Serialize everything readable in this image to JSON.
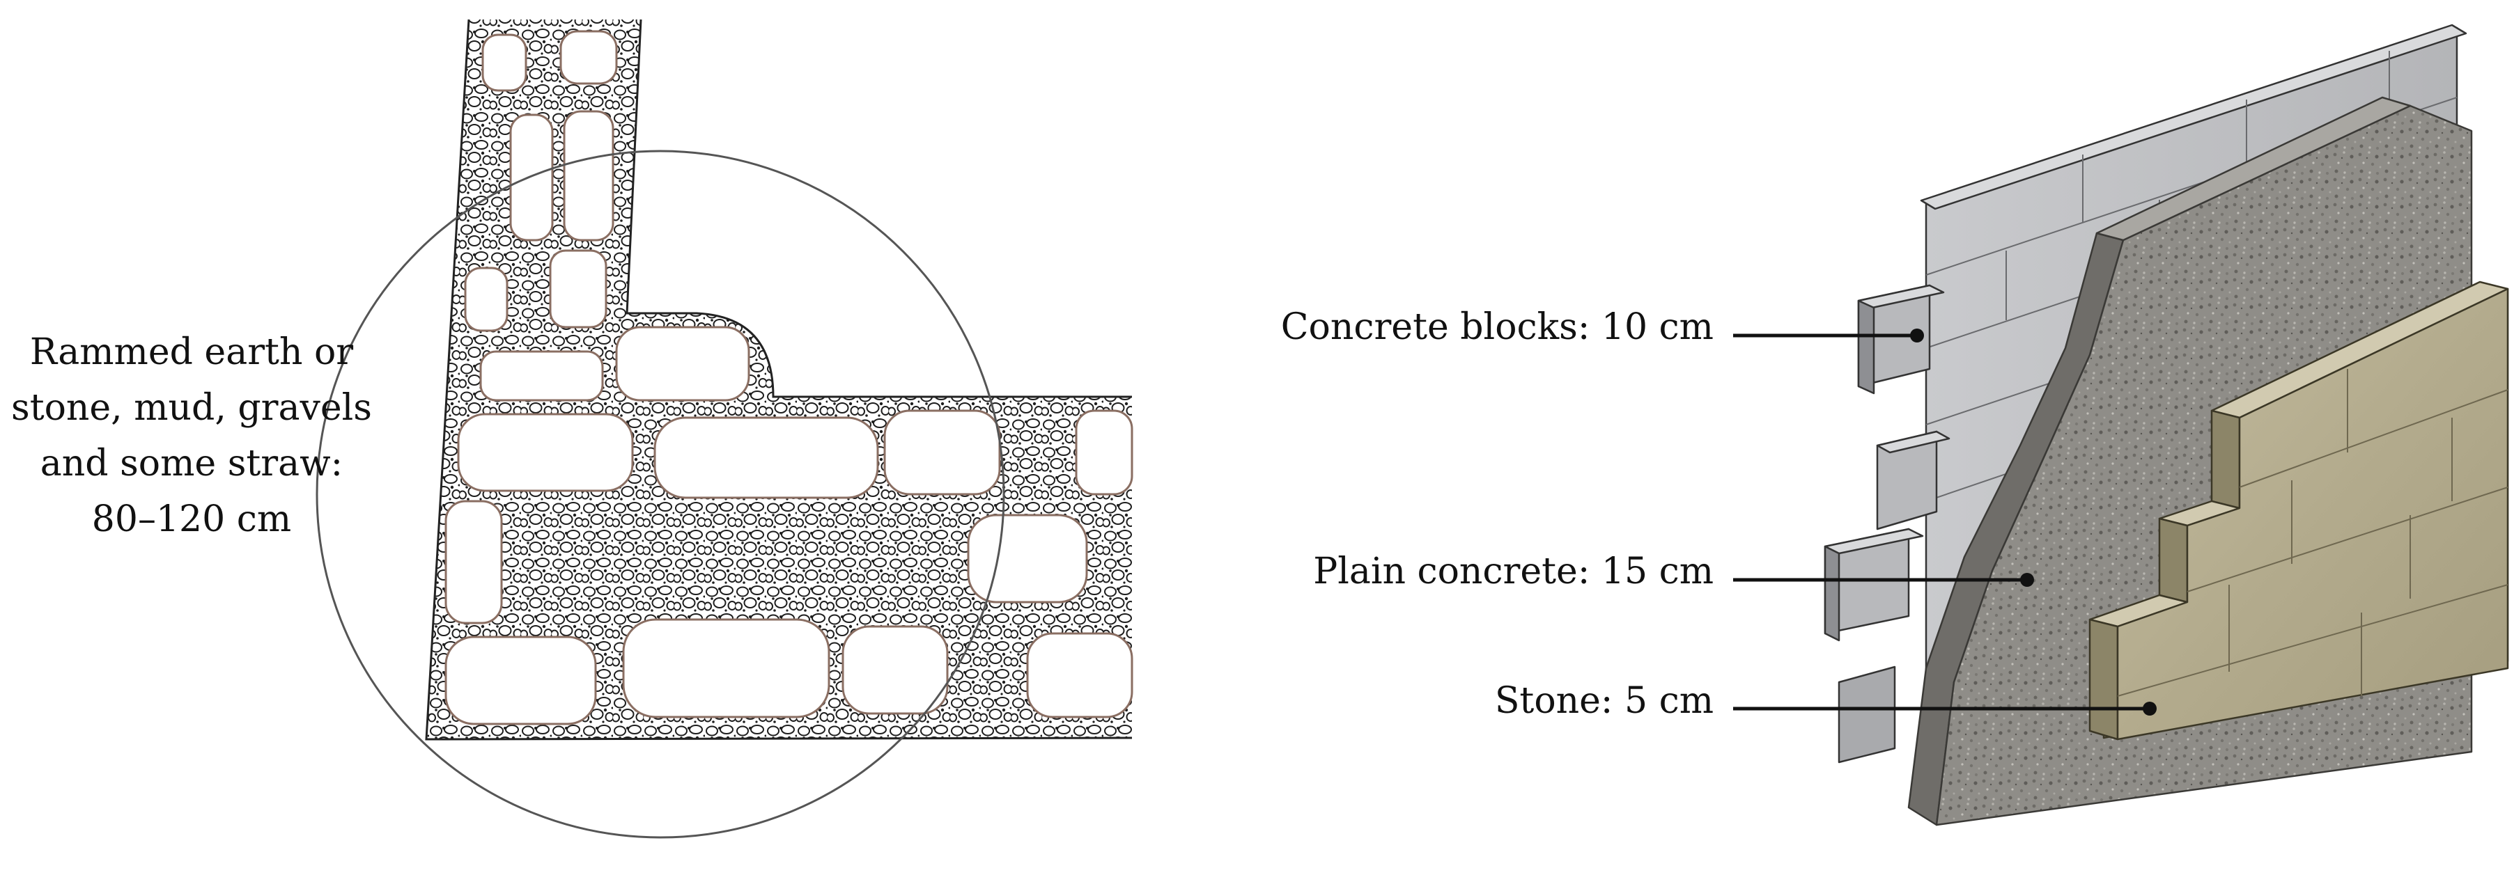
{
  "left_panel": {
    "label_lines": [
      "Rammed earth or",
      "stone, mud, gravels",
      "and some straw:",
      "80–120 cm"
    ]
  },
  "right_panel": {
    "labels": [
      {
        "text": "Concrete blocks: 10 cm"
      },
      {
        "text": "Plain concrete: 15 cm"
      },
      {
        "text": "Stone: 5 cm"
      }
    ]
  },
  "colors": {
    "line": "#222222",
    "circle": "#555555",
    "masonry_stone_edge": "#8a6e62",
    "block_face": "#bfc0c3",
    "block_top": "#d9dadc",
    "block_side": "#9c9da1",
    "concrete": "#8f8d88",
    "concrete_side": "#6f6d69",
    "stone_face": "#b5ad90",
    "stone_side": "#8c8568"
  }
}
